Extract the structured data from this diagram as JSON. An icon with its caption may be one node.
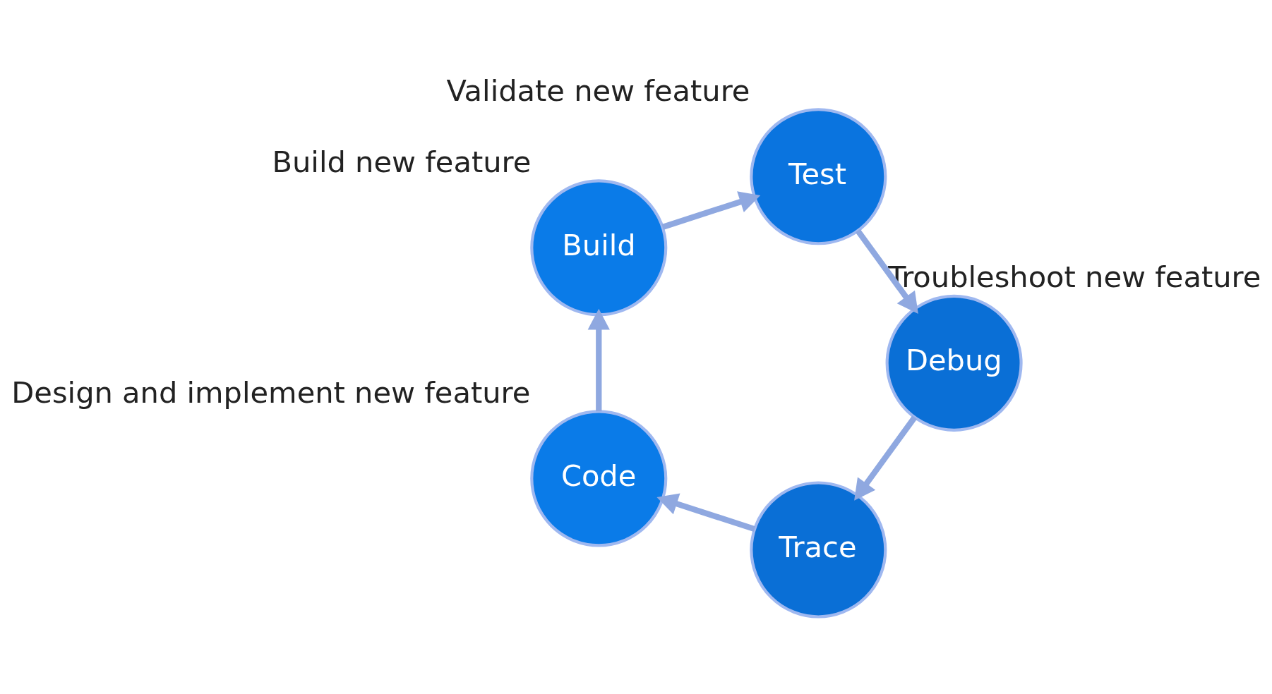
{
  "diagram": {
    "nodes": [
      {
        "text": [
          "Trace"
        ]
      },
      {
        "text": [
          "Code"
        ],
        "beside": [
          "Design and implement new feature"
        ]
      },
      {
        "text": [
          "Debug"
        ],
        "beside": [
          "Troubleshoot new feature"
        ]
      },
      {
        "text": [
          "Build"
        ],
        "beside": [
          "Build new feature"
        ]
      },
      {
        "text": [
          "Test"
        ],
        "beside": [
          "Validate new feature"
        ]
      }
    ],
    "edges": [
      {
        "from": 1,
        "to": 3,
        "arrow": "to"
      },
      {
        "from": 3,
        "to": 4,
        "arrow": "to"
      },
      {
        "from": 4,
        "to": 2,
        "arrow": "to"
      },
      {
        "from": 2,
        "to": 0,
        "arrow": "to"
      },
      {
        "from": 0,
        "to": 1,
        "arrow": "to"
      }
    ]
  }
}
